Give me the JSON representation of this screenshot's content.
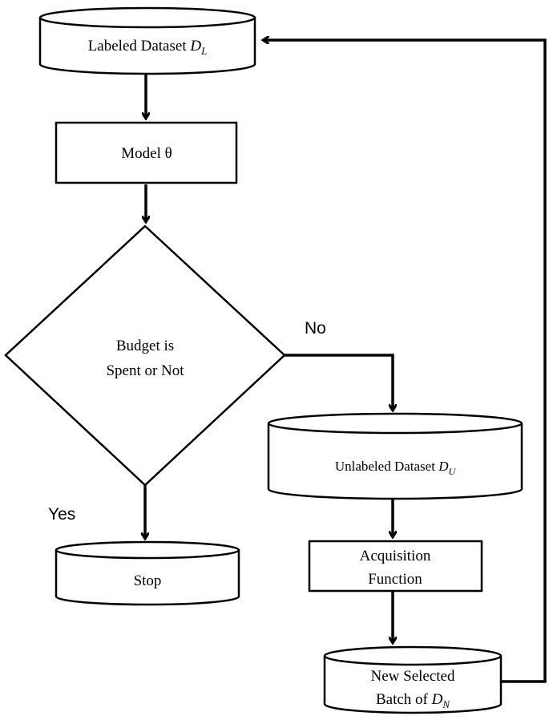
{
  "nodes": {
    "labeled_dataset": {
      "text": "Labeled Dataset ",
      "var": "D",
      "sub": "L"
    },
    "model": {
      "text": "Model θ"
    },
    "decision": {
      "line1": "Budget is",
      "line2": "Spent or Not"
    },
    "unlabeled_dataset": {
      "text": "Unlabeled Dataset ",
      "var": "D",
      "sub": "U"
    },
    "acquisition": {
      "line1": "Acquisition",
      "line2": "Function"
    },
    "new_batch": {
      "line1": "New Selected",
      "line2": "Batch of ",
      "var": "D",
      "sub": "N"
    },
    "stop": {
      "text": "Stop"
    }
  },
  "edge_labels": {
    "no": "No",
    "yes": "Yes"
  },
  "colors": {
    "stroke": "#000000",
    "fill": "#ffffff"
  }
}
